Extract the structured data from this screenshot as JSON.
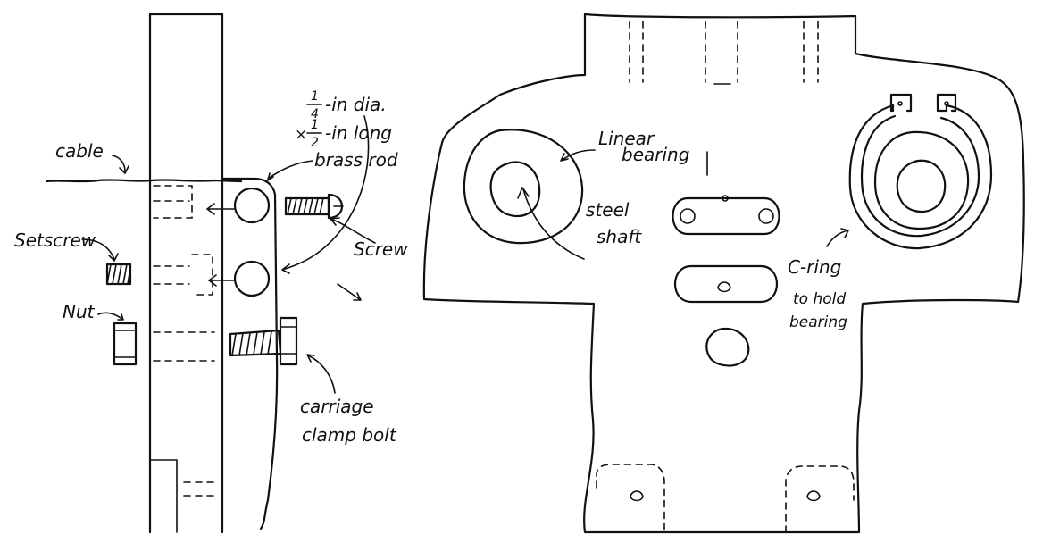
{
  "labels": {
    "cable": "cable",
    "rod_fraction_dia_num": "1",
    "rod_fraction_dia_den": "4",
    "rod_dia_text": "-in dia.",
    "rod_times": "×",
    "rod_fraction_len_num": "1",
    "rod_fraction_len_den": "2",
    "rod_len_text": "-in long",
    "rod_material": "brass rod",
    "setscrew": "Setscrew",
    "screw": "Screw",
    "nut": "Nut",
    "carriage_line1": "carriage",
    "carriage_line2": "clamp bolt",
    "linear_line1": "Linear",
    "linear_line2": "bearing",
    "steel_line1": "steel",
    "steel_line2": "shaft",
    "cring_line1": "C-ring",
    "cring_line2": "to hold",
    "cring_line3": "bearing"
  }
}
